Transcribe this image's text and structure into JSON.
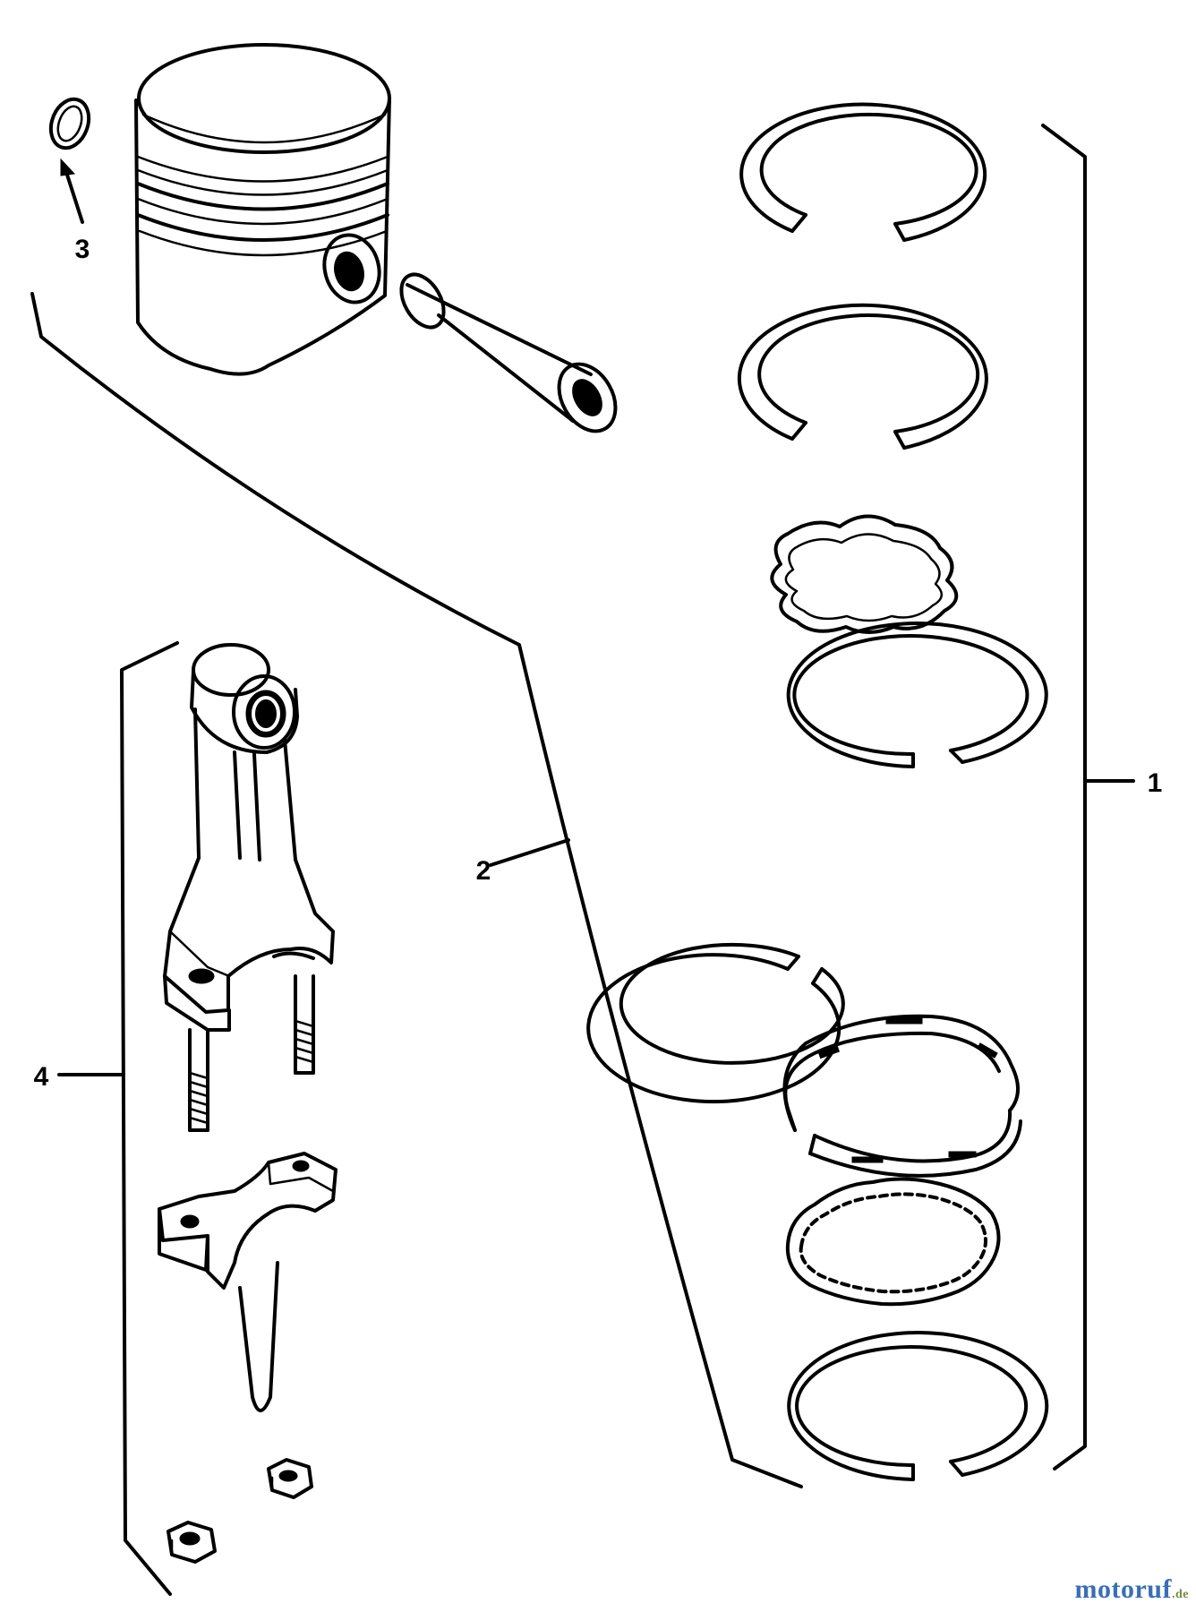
{
  "callouts": {
    "c1": "1",
    "c2": "2",
    "c3": "3",
    "c4": "4"
  },
  "parts": {
    "piston": "piston",
    "piston_pin": "piston-pin",
    "retainer_ring": "retainer-ring",
    "compression_rings": "compression-ring",
    "oil_ring_expander": "oil-ring-expander",
    "connecting_rod": "connecting-rod",
    "rod_cap": "rod-cap",
    "nuts": "nut"
  },
  "watermark": {
    "main": "motoruf",
    "tld": ".de",
    "colors": {
      "main": "#3a6fb5",
      "tld": "#6d8f3a"
    }
  }
}
